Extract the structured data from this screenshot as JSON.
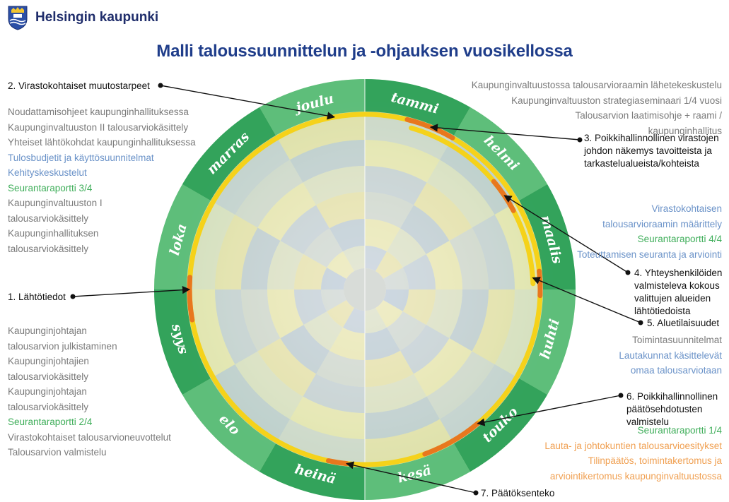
{
  "brand": {
    "name": "Helsingin kaupunki"
  },
  "title": "Malli taloussuunnittelun ja -ohjauksen vuosikellossa",
  "months": [
    "tammi",
    "helmi",
    "maalis",
    "huhti",
    "touko",
    "kesä",
    "heinä",
    "elo",
    "syys",
    "loka",
    "marras",
    "joulu"
  ],
  "callouts": [
    {
      "num": "2.",
      "text": "Virastokohtaiset muutostarpeet"
    },
    {
      "num": "3.",
      "text": "Poikkihallinnollinen virastojen johdon näkemys tavoitteista ja tarkastelualueista/kohteista"
    },
    {
      "num": "4.",
      "text": "Yhteyshenkilöiden valmisteleva kokous valittujen alueiden lähtötiedoista"
    },
    {
      "num": "5.",
      "text": "Aluetilaisuudet"
    },
    {
      "num": "6.",
      "text": "Poikkihallinnollinen päätösehdotusten valmistelu"
    },
    {
      "num": "7.",
      "text": "Päätöksenteko"
    },
    {
      "num": "1.",
      "text": "Lähtötiedot"
    }
  ],
  "left_top_notes": [
    {
      "text": "Noudattamisohjeet kaupunginhallituksessa",
      "color": "gray"
    },
    {
      "text": "Kaupunginvaltuuston II talousarviokäsittely",
      "color": "gray"
    },
    {
      "text": "Yhteiset lähtökohdat kaupunginhallituksessa",
      "color": "gray"
    },
    {
      "text": "Tulosbudjetit ja käyttösuunnitelmat",
      "color": "blue"
    },
    {
      "text": "Kehityskeskustelut",
      "color": "blue"
    },
    {
      "text": "Seurantaraportti 3/4",
      "color": "green"
    },
    {
      "text": "Kaupunginvaltuuston I",
      "color": "gray"
    },
    {
      "text": "talousarviokäsittely",
      "color": "gray"
    },
    {
      "text": "Kaupunginhallituksen",
      "color": "gray"
    },
    {
      "text": "talousarviokäsittely",
      "color": "gray"
    }
  ],
  "left_bottom_notes": [
    {
      "text": "Kaupunginjohtajan",
      "color": "gray"
    },
    {
      "text": "talousarvion julkistaminen",
      "color": "gray"
    },
    {
      "text": "Kaupunginjohtajien",
      "color": "gray"
    },
    {
      "text": "talousarviokäsittely",
      "color": "gray"
    },
    {
      "text": "Kaupunginjohtajan",
      "color": "gray"
    },
    {
      "text": "talousarviokäsittely",
      "color": "gray"
    },
    {
      "text": "Seurantaraportti 2/4",
      "color": "green"
    },
    {
      "text": "Virastokohtaiset talousarvioneuvottelut",
      "color": "gray"
    },
    {
      "text": "Talousarvion valmistelu",
      "color": "gray"
    }
  ],
  "right_top_notes": [
    {
      "text": "Kaupunginvaltuustossa talousarvioraamin lähetekeskustelu",
      "color": "gray"
    },
    {
      "text": "Kaupunginvaltuuston strategiaseminaari 1/4 vuosi",
      "color": "gray"
    },
    {
      "text": "Talousarvion laatimisohje + raami /",
      "color": "gray"
    },
    {
      "text": "kaupunginhallitus",
      "color": "gray"
    }
  ],
  "right_mid_notes": [
    {
      "text": "Virastokohtaisen",
      "color": "blue"
    },
    {
      "text": "talousarvioraamin määrittely",
      "color": "blue"
    },
    {
      "text": "Seurantaraportti 4/4",
      "color": "green"
    },
    {
      "text": "Toteuttamisen seuranta ja arviointi",
      "color": "blue"
    }
  ],
  "right_lower_notes": [
    {
      "text": "Toimintasuunnitelmat",
      "color": "gray"
    },
    {
      "text": "Lautakunnat käsittelevät",
      "color": "blue"
    },
    {
      "text": "omaa talousarviotaan",
      "color": "blue"
    }
  ],
  "right_bottom_notes": [
    {
      "text": "Seurantaraportti 1/4",
      "color": "green"
    },
    {
      "text": "Lauta- ja johtokuntien talousarvioesitykset",
      "color": "orange"
    },
    {
      "text": "Tilinpäätös, toimintakertomus ja",
      "color": "orange"
    },
    {
      "text": "arviointikertomus kaupunginvaltuustossa",
      "color": "orange"
    }
  ],
  "colors": {
    "title": "#1f3d8a",
    "brand": "#1f2d6b",
    "green_dark": "#1e9a4e",
    "green_light": "#8fd3a0",
    "arc_yellow": "#f5d21a",
    "arc_orange": "#e8771e"
  }
}
